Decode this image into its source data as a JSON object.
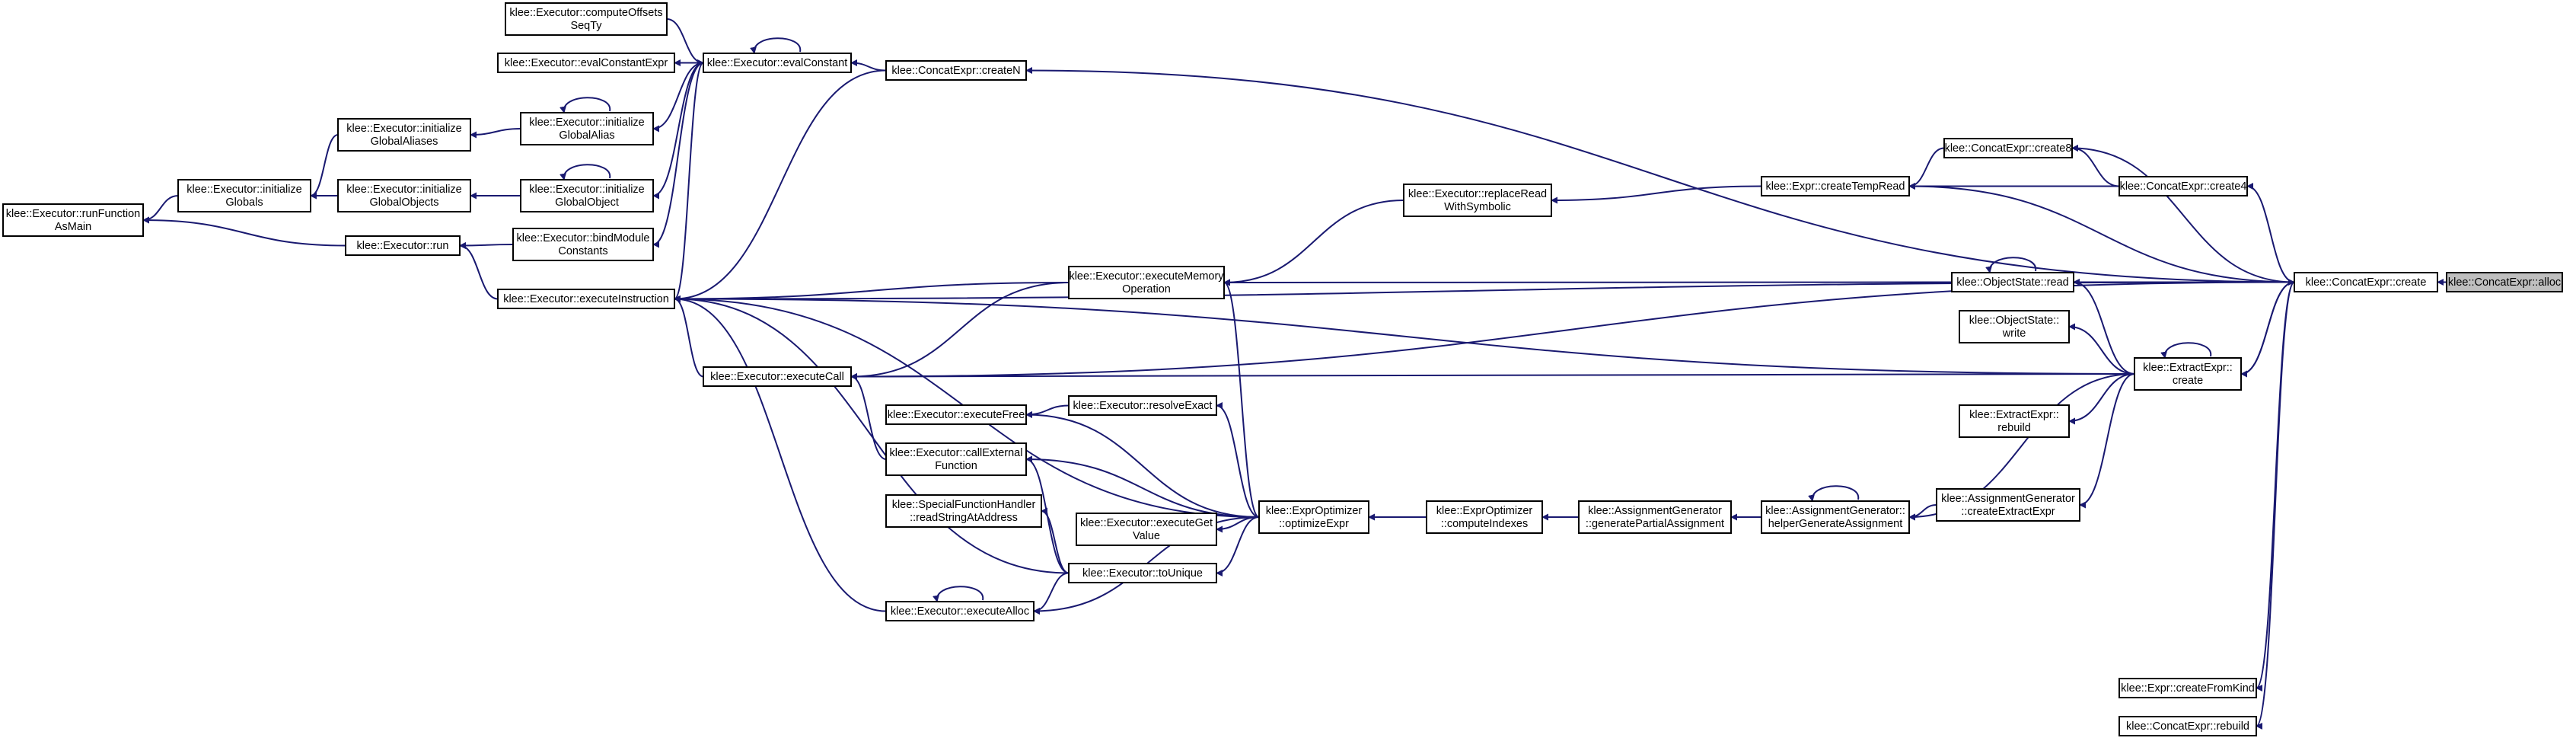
{
  "graph": {
    "root": "concat_alloc",
    "edge_color": "#191970",
    "root_fill": "#bfbfbf",
    "nodes": [
      {
        "id": "concat_alloc",
        "lines": [
          "klee::ConcatExpr::alloc"
        ],
        "root": true
      },
      {
        "id": "concat_create",
        "lines": [
          "klee::ConcatExpr::create"
        ]
      },
      {
        "id": "concat_createN",
        "lines": [
          "klee::ConcatExpr::createN"
        ]
      },
      {
        "id": "concat_create8",
        "lines": [
          "klee::ConcatExpr::create8"
        ]
      },
      {
        "id": "concat_create4",
        "lines": [
          "klee::ConcatExpr::create4"
        ]
      },
      {
        "id": "expr_createTempRead",
        "lines": [
          "klee::Expr::createTempRead"
        ]
      },
      {
        "id": "exec_replaceRead",
        "lines": [
          "klee::Executor::replaceRead",
          "WithSymbolic"
        ]
      },
      {
        "id": "objstate_read",
        "lines": [
          "klee::ObjectState::read"
        ]
      },
      {
        "id": "exec_executeMemOp",
        "lines": [
          "klee::Executor::executeMemory",
          "Operation"
        ]
      },
      {
        "id": "objstate_write",
        "lines": [
          "klee::ObjectState::",
          "write"
        ]
      },
      {
        "id": "extract_create",
        "lines": [
          "klee::ExtractExpr::",
          "create"
        ]
      },
      {
        "id": "extract_rebuild",
        "lines": [
          "klee::ExtractExpr::",
          "rebuild"
        ]
      },
      {
        "id": "ag_createExtract",
        "lines": [
          "klee::AssignmentGenerator",
          "::createExtractExpr"
        ]
      },
      {
        "id": "ag_helper",
        "lines": [
          "klee::AssignmentGenerator::",
          "helperGenerateAssignment"
        ]
      },
      {
        "id": "ag_generatePartial",
        "lines": [
          "klee::AssignmentGenerator",
          "::generatePartialAssignment"
        ]
      },
      {
        "id": "eo_computeIndexes",
        "lines": [
          "klee::ExprOptimizer",
          "::computeIndexes"
        ]
      },
      {
        "id": "eo_optimizeExpr",
        "lines": [
          "klee::ExprOptimizer",
          "::optimizeExpr"
        ]
      },
      {
        "id": "expr_createFromKind",
        "lines": [
          "klee::Expr::createFromKind"
        ]
      },
      {
        "id": "concat_rebuild",
        "lines": [
          "klee::ConcatExpr::rebuild"
        ]
      },
      {
        "id": "exec_computeOffsets",
        "lines": [
          "klee::Executor::computeOffsets",
          "SeqTy"
        ]
      },
      {
        "id": "exec_evalConstantExpr",
        "lines": [
          "klee::Executor::evalConstantExpr"
        ]
      },
      {
        "id": "exec_evalConstant",
        "lines": [
          "klee::Executor::evalConstant"
        ]
      },
      {
        "id": "exec_initGlobalAliases",
        "lines": [
          "klee::Executor::initialize",
          "GlobalAliases"
        ]
      },
      {
        "id": "exec_initGlobalAlias",
        "lines": [
          "klee::Executor::initialize",
          "GlobalAlias"
        ]
      },
      {
        "id": "exec_initGlobals",
        "lines": [
          "klee::Executor::initialize",
          "Globals"
        ]
      },
      {
        "id": "exec_initGlobalObjects",
        "lines": [
          "klee::Executor::initialize",
          "GlobalObjects"
        ]
      },
      {
        "id": "exec_initGlobalObject",
        "lines": [
          "klee::Executor::initialize",
          "GlobalObject"
        ]
      },
      {
        "id": "exec_runFunctionAsMain",
        "lines": [
          "klee::Executor::runFunction",
          "AsMain"
        ]
      },
      {
        "id": "exec_run",
        "lines": [
          "klee::Executor::run"
        ]
      },
      {
        "id": "exec_bindModule",
        "lines": [
          "klee::Executor::bindModule",
          "Constants"
        ]
      },
      {
        "id": "exec_executeInstruction",
        "lines": [
          "klee::Executor::executeInstruction"
        ]
      },
      {
        "id": "exec_executeCall",
        "lines": [
          "klee::Executor::executeCall"
        ]
      },
      {
        "id": "exec_executeFree",
        "lines": [
          "klee::Executor::executeFree"
        ]
      },
      {
        "id": "exec_resolveExact",
        "lines": [
          "klee::Executor::resolveExact"
        ]
      },
      {
        "id": "exec_callExternal",
        "lines": [
          "klee::Executor::callExternal",
          "Function"
        ]
      },
      {
        "id": "sfh_readString",
        "lines": [
          "klee::SpecialFunctionHandler",
          "::readStringAtAddress"
        ]
      },
      {
        "id": "exec_executeGetValue",
        "lines": [
          "klee::Executor::executeGet",
          "Value"
        ]
      },
      {
        "id": "exec_toUnique",
        "lines": [
          "klee::Executor::toUnique"
        ]
      },
      {
        "id": "exec_executeAlloc",
        "lines": [
          "klee::Executor::executeAlloc"
        ]
      }
    ],
    "edges": [
      [
        "concat_create",
        "concat_alloc"
      ],
      [
        "concat_createN",
        "concat_create"
      ],
      [
        "concat_create8",
        "concat_create"
      ],
      [
        "concat_create4",
        "concat_create"
      ],
      [
        "concat_create8",
        "concat_create4"
      ],
      [
        "expr_createTempRead",
        "concat_create8"
      ],
      [
        "expr_createTempRead",
        "concat_create4"
      ],
      [
        "expr_createTempRead",
        "concat_create"
      ],
      [
        "exec_replaceRead",
        "expr_createTempRead"
      ],
      [
        "exec_executeMemOp",
        "exec_replaceRead"
      ],
      [
        "exec_executeMemOp",
        "objstate_read"
      ],
      [
        "objstate_read",
        "objstate_read"
      ],
      [
        "objstate_read",
        "concat_create"
      ],
      [
        "objstate_read",
        "extract_create"
      ],
      [
        "extract_create",
        "concat_create"
      ],
      [
        "concat_create",
        "extract_create"
      ],
      [
        "extract_create",
        "extract_create"
      ],
      [
        "objstate_write",
        "extract_create"
      ],
      [
        "extract_rebuild",
        "extract_create"
      ],
      [
        "ag_createExtract",
        "extract_create"
      ],
      [
        "ag_helper",
        "extract_create"
      ],
      [
        "ag_helper",
        "ag_createExtract"
      ],
      [
        "ag_helper",
        "ag_helper"
      ],
      [
        "ag_generatePartial",
        "ag_helper"
      ],
      [
        "eo_computeIndexes",
        "ag_generatePartial"
      ],
      [
        "eo_optimizeExpr",
        "eo_computeIndexes"
      ],
      [
        "expr_createFromKind",
        "concat_create"
      ],
      [
        "concat_rebuild",
        "concat_create"
      ],
      [
        "exec_evalConstant",
        "concat_createN"
      ],
      [
        "exec_evalConstant",
        "exec_evalConstant"
      ],
      [
        "exec_evalConstant",
        "exec_computeOffsets"
      ],
      [
        "exec_evalConstant",
        "exec_evalConstantExpr"
      ],
      [
        "exec_evalConstantExpr",
        "exec_evalConstant"
      ],
      [
        "exec_initGlobalAlias",
        "exec_evalConstant"
      ],
      [
        "exec_initGlobalAlias",
        "exec_initGlobalAlias"
      ],
      [
        "exec_initGlobalObject",
        "exec_evalConstant"
      ],
      [
        "exec_initGlobalObject",
        "exec_initGlobalObject"
      ],
      [
        "exec_bindModule",
        "exec_evalConstant"
      ],
      [
        "exec_executeInstruction",
        "exec_evalConstant"
      ],
      [
        "exec_executeInstruction",
        "concat_createN"
      ],
      [
        "exec_initGlobalAliases",
        "exec_initGlobalAlias"
      ],
      [
        "exec_initGlobals",
        "exec_initGlobalAliases"
      ],
      [
        "exec_initGlobals",
        "exec_initGlobalObjects"
      ],
      [
        "exec_initGlobalObjects",
        "exec_initGlobalObject"
      ],
      [
        "exec_runFunctionAsMain",
        "exec_initGlobals"
      ],
      [
        "exec_runFunctionAsMain",
        "exec_run"
      ],
      [
        "exec_run",
        "exec_bindModule"
      ],
      [
        "exec_run",
        "exec_executeInstruction"
      ],
      [
        "exec_executeInstruction",
        "concat_create"
      ],
      [
        "exec_executeInstruction",
        "exec_executeMemOp"
      ],
      [
        "exec_executeInstruction",
        "extract_create"
      ],
      [
        "exec_executeInstruction",
        "exec_executeCall"
      ],
      [
        "exec_executeInstruction",
        "exec_toUnique"
      ],
      [
        "exec_executeInstruction",
        "exec_executeAlloc"
      ],
      [
        "exec_executeInstruction",
        "eo_optimizeExpr"
      ],
      [
        "exec_executeCall",
        "exec_executeMemOp"
      ],
      [
        "exec_executeCall",
        "extract_create"
      ],
      [
        "exec_executeCall",
        "exec_callExternal"
      ],
      [
        "exec_executeCall",
        "concat_create"
      ],
      [
        "exec_executeMemOp",
        "eo_optimizeExpr"
      ],
      [
        "exec_executeFree",
        "exec_resolveExact"
      ],
      [
        "exec_executeFree",
        "eo_optimizeExpr"
      ],
      [
        "exec_resolveExact",
        "eo_optimizeExpr"
      ],
      [
        "exec_callExternal",
        "eo_optimizeExpr"
      ],
      [
        "exec_callExternal",
        "exec_toUnique"
      ],
      [
        "sfh_readString",
        "exec_toUnique"
      ],
      [
        "exec_executeGetValue",
        "eo_optimizeExpr"
      ],
      [
        "exec_toUnique",
        "eo_optimizeExpr"
      ],
      [
        "exec_executeAlloc",
        "exec_toUnique"
      ],
      [
        "exec_executeAlloc",
        "exec_executeAlloc"
      ],
      [
        "exec_executeAlloc",
        "eo_optimizeExpr"
      ]
    ]
  }
}
